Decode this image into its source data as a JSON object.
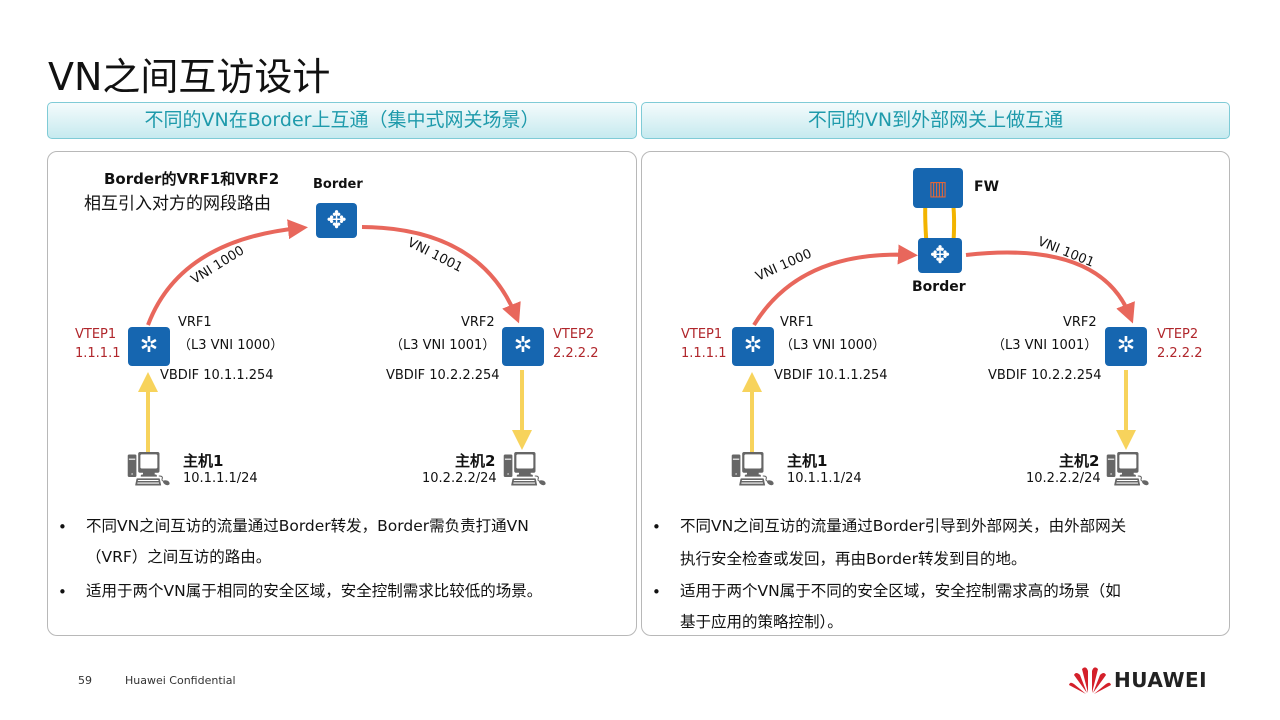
{
  "title": "VN之间互访设计",
  "left": {
    "header": "不同的VN在Border上互通（集中式网关场景）",
    "note_line1": "Border的VRF1和VRF2",
    "note_line2": "相互引入对方的网段路由",
    "border_label": "Border",
    "vni_a": "VNI 1000",
    "vni_b": "VNI 1001",
    "vtep1": "VTEP1",
    "vtep1_ip": "1.1.1.1",
    "vrf1": "VRF1",
    "vrf1_l3": "（L3 VNI 1000）",
    "vbdif1": "VBDIF 10.1.1.254",
    "vtep2": "VTEP2",
    "vtep2_ip": "2.2.2.2",
    "vrf2": "VRF2",
    "vrf2_l3": "（L3 VNI 1001）",
    "vbdif2": "VBDIF 10.2.2.254",
    "host1": "主机1",
    "host1_ip": "10.1.1.1/24",
    "host2": "主机2",
    "host2_ip": "10.2.2.2/24",
    "bullets": [
      "不同VN之间互访的流量通过Border转发，Border需负责打通VN",
      "（VRF）之间互访的路由。",
      "适用于两个VN属于相同的安全区域，安全控制需求比较低的场景。"
    ]
  },
  "right": {
    "header": "不同的VN到外部网关上做互通",
    "fw_label": "FW",
    "border_label": "Border",
    "vni_a": "VNI 1000",
    "vni_b": "VNI 1001",
    "vtep1": "VTEP1",
    "vtep1_ip": "1.1.1.1",
    "vrf1": "VRF1",
    "vrf1_l3": "（L3 VNI 1000）",
    "vbdif1": "VBDIF 10.1.1.254",
    "vtep2": "VTEP2",
    "vtep2_ip": "2.2.2.2",
    "vrf2": "VRF2",
    "vrf2_l3": "（L3 VNI 1001）",
    "vbdif2": "VBDIF 10.2.2.254",
    "host1": "主机1",
    "host1_ip": "10.1.1.1/24",
    "host2": "主机2",
    "host2_ip": "10.2.2.2/24",
    "bullets": [
      "不同VN之间互访的流量通过Border引导到外部网关，由外部网关",
      "执行安全检查或发回，再由Border转发到目的地。",
      "适用于两个VN属于不同的安全区域，安全控制需求高的场景（如",
      "基于应用的策略控制）。"
    ]
  },
  "footer": {
    "page": "59",
    "confidential": "Huawei Confidential",
    "brand": "HUAWEI"
  },
  "colors": {
    "flow": "#e8675c",
    "host_flow": "#f7d35c",
    "device": "#1666b0",
    "vtep": "#b0262b",
    "header_text": "#1e9aab"
  }
}
